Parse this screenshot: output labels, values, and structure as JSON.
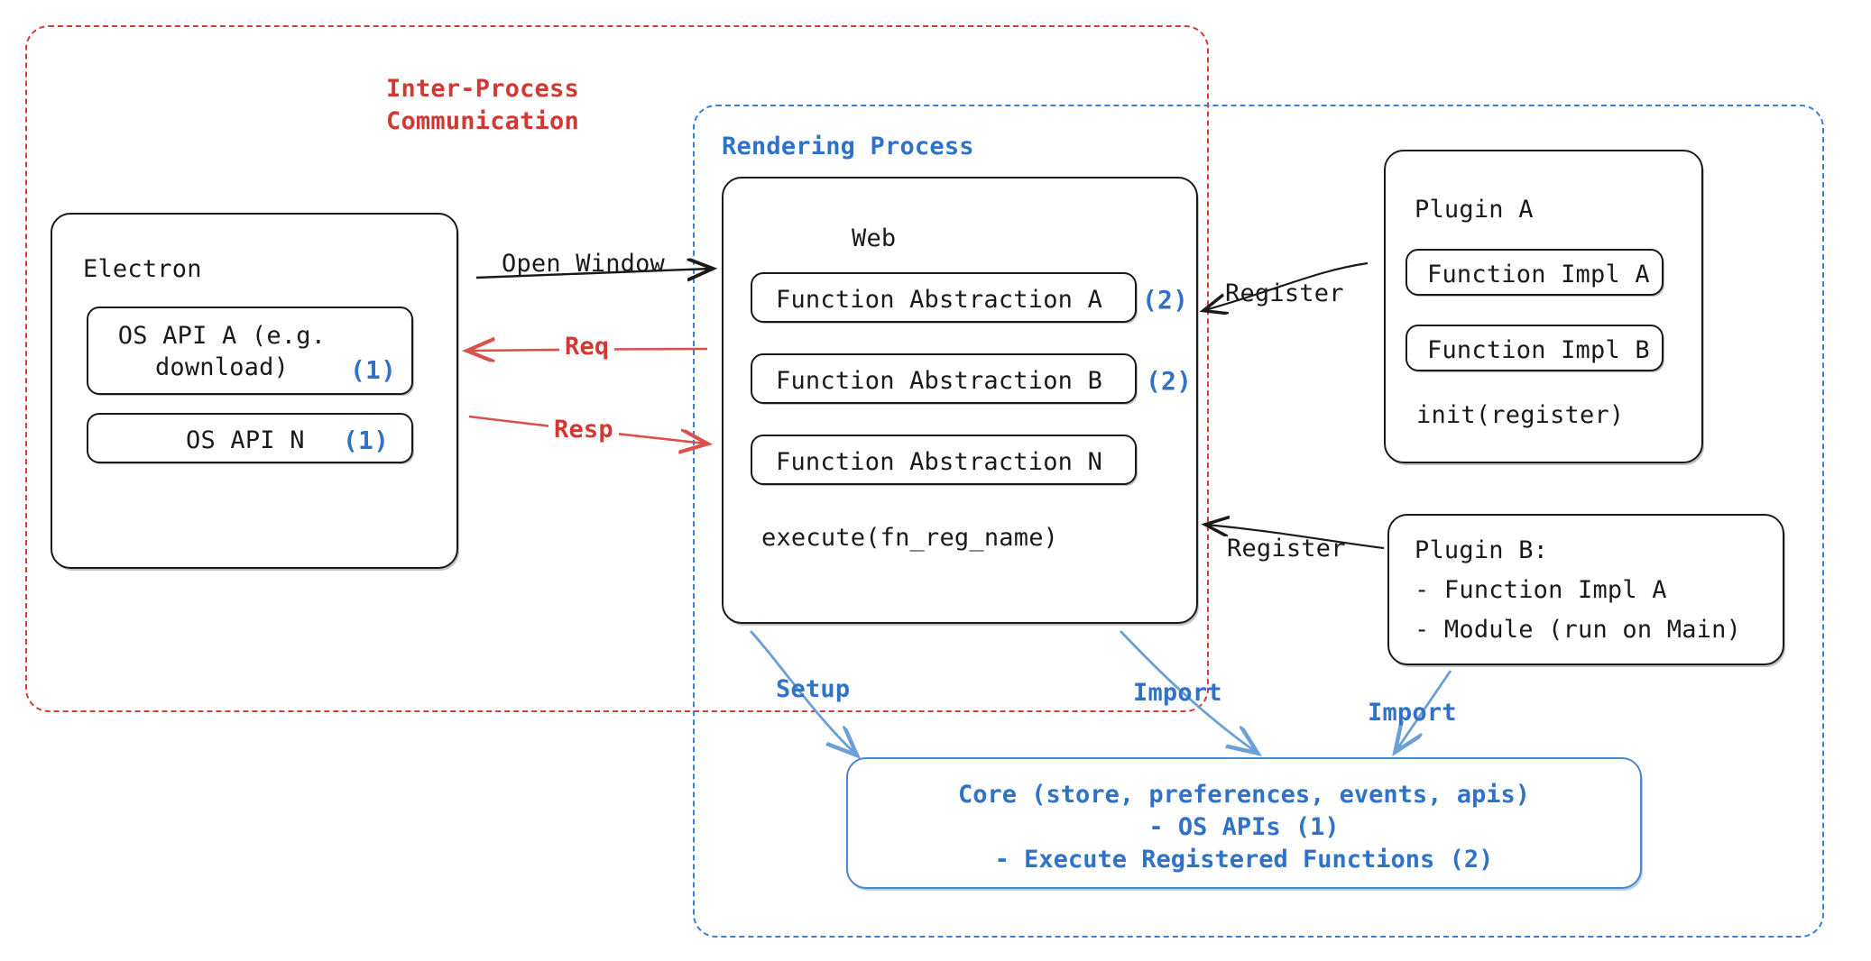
{
  "diagram": {
    "title": "Electron plugin architecture",
    "colors": {
      "ipc_red": "#cf3a34",
      "process_blue": "#2f72c8",
      "core_blue": "#4a86d0",
      "ink": "#1a1a1a"
    }
  },
  "groups": {
    "ipc": {
      "label_line1": "Inter-Process",
      "label_line2": "Communication",
      "color": "#cf3a34",
      "style": "dashed"
    },
    "rendering_process": {
      "label": "Rendering Process",
      "color": "#2f72c8",
      "style": "dashed"
    }
  },
  "electron": {
    "title": "Electron",
    "apis": [
      {
        "label": "OS API A (e.g.\ndownload)",
        "marker": "(1)"
      },
      {
        "label": "OS API N",
        "marker": "(1)"
      }
    ]
  },
  "web": {
    "title": "Web",
    "abstractions": [
      {
        "label": "Function Abstraction A",
        "marker": "(2)"
      },
      {
        "label": "Function Abstraction B",
        "marker": "(2)"
      },
      {
        "label": "Function Abstraction N",
        "marker": ""
      }
    ],
    "footer": "execute(fn_reg_name)"
  },
  "plugin_a": {
    "title": "Plugin A",
    "functions": [
      {
        "label": "Function Impl A"
      },
      {
        "label": "Function Impl B"
      }
    ],
    "footer": "init(register)"
  },
  "plugin_b": {
    "title": "Plugin B:",
    "items": [
      "- Function Impl A",
      "- Module (run on Main)"
    ]
  },
  "core": {
    "line1": "Core (store, preferences, events, apis)",
    "line2": "- OS APIs (1)",
    "line3": "- Execute Registered Functions (2)"
  },
  "edges": [
    {
      "id": "open-window",
      "label": "Open Window",
      "color": "#1a1a1a"
    },
    {
      "id": "req",
      "label": "Req",
      "color": "#cf3a34"
    },
    {
      "id": "resp",
      "label": "Resp",
      "color": "#cf3a34"
    },
    {
      "id": "register-a",
      "label": "Register",
      "color": "#1a1a1a"
    },
    {
      "id": "register-b",
      "label": "Register",
      "color": "#1a1a1a"
    },
    {
      "id": "setup",
      "label": "Setup",
      "color": "#2f72c8"
    },
    {
      "id": "import-web",
      "label": "Import",
      "color": "#2f72c8"
    },
    {
      "id": "import-plugin-b",
      "label": "Import",
      "color": "#2f72c8"
    }
  ]
}
